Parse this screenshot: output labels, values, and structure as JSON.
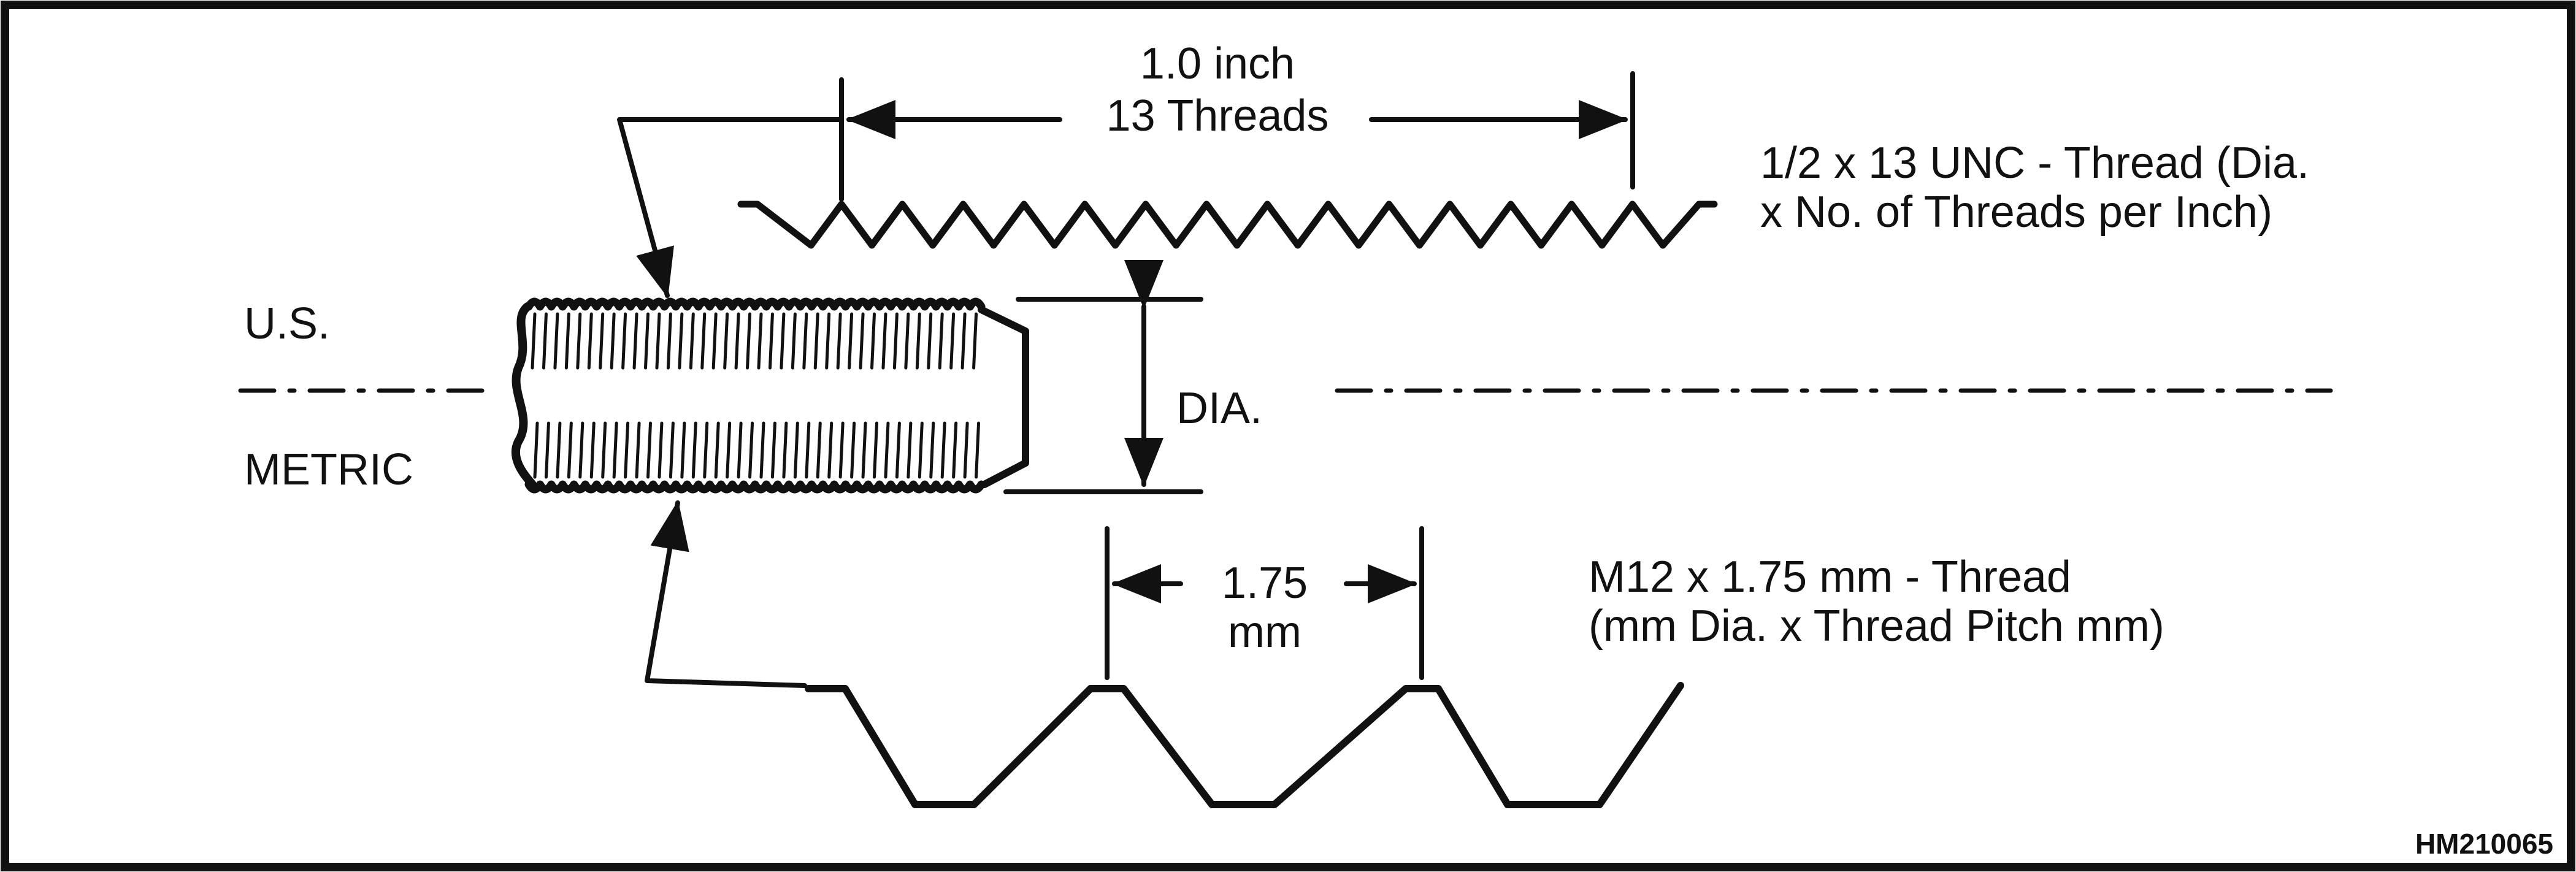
{
  "labels": {
    "us": "U.S.",
    "metric": "METRIC",
    "dia": "DIA.",
    "inch_length_line1": "1.0 inch",
    "inch_length_line2": "13 Threads",
    "unc_desc_line1": "1/2 x 13 UNC - Thread (Dia.",
    "unc_desc_line2": "x No. of Threads per Inch)",
    "pitch_line1": "1.75",
    "pitch_line2": "mm",
    "metric_desc_line1": "M12 x 1.75 mm - Thread",
    "metric_desc_line2": "(mm Dia. x Thread Pitch mm)",
    "figure_code": "HM210065"
  },
  "colors": {
    "ink": "#111111",
    "background": "#ffffff"
  }
}
